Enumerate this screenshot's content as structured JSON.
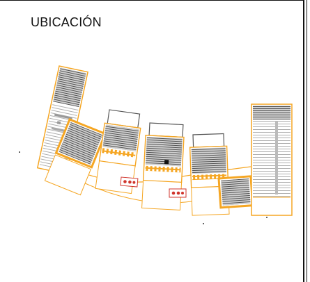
{
  "title": "UBICACIÓN",
  "colors": {
    "outline": "#f5a623",
    "hatch": "#555555",
    "dark": "#333333",
    "accent_red": "#d0342c",
    "frame": "#111111"
  },
  "blocks": [
    {
      "name": "block-1",
      "type": "tall-building"
    },
    {
      "name": "block-2",
      "type": "stadium"
    },
    {
      "name": "block-3",
      "type": "stadium"
    },
    {
      "name": "block-4",
      "type": "stadium"
    },
    {
      "name": "block-5",
      "type": "stadium"
    },
    {
      "name": "block-6",
      "type": "tall-building"
    }
  ]
}
